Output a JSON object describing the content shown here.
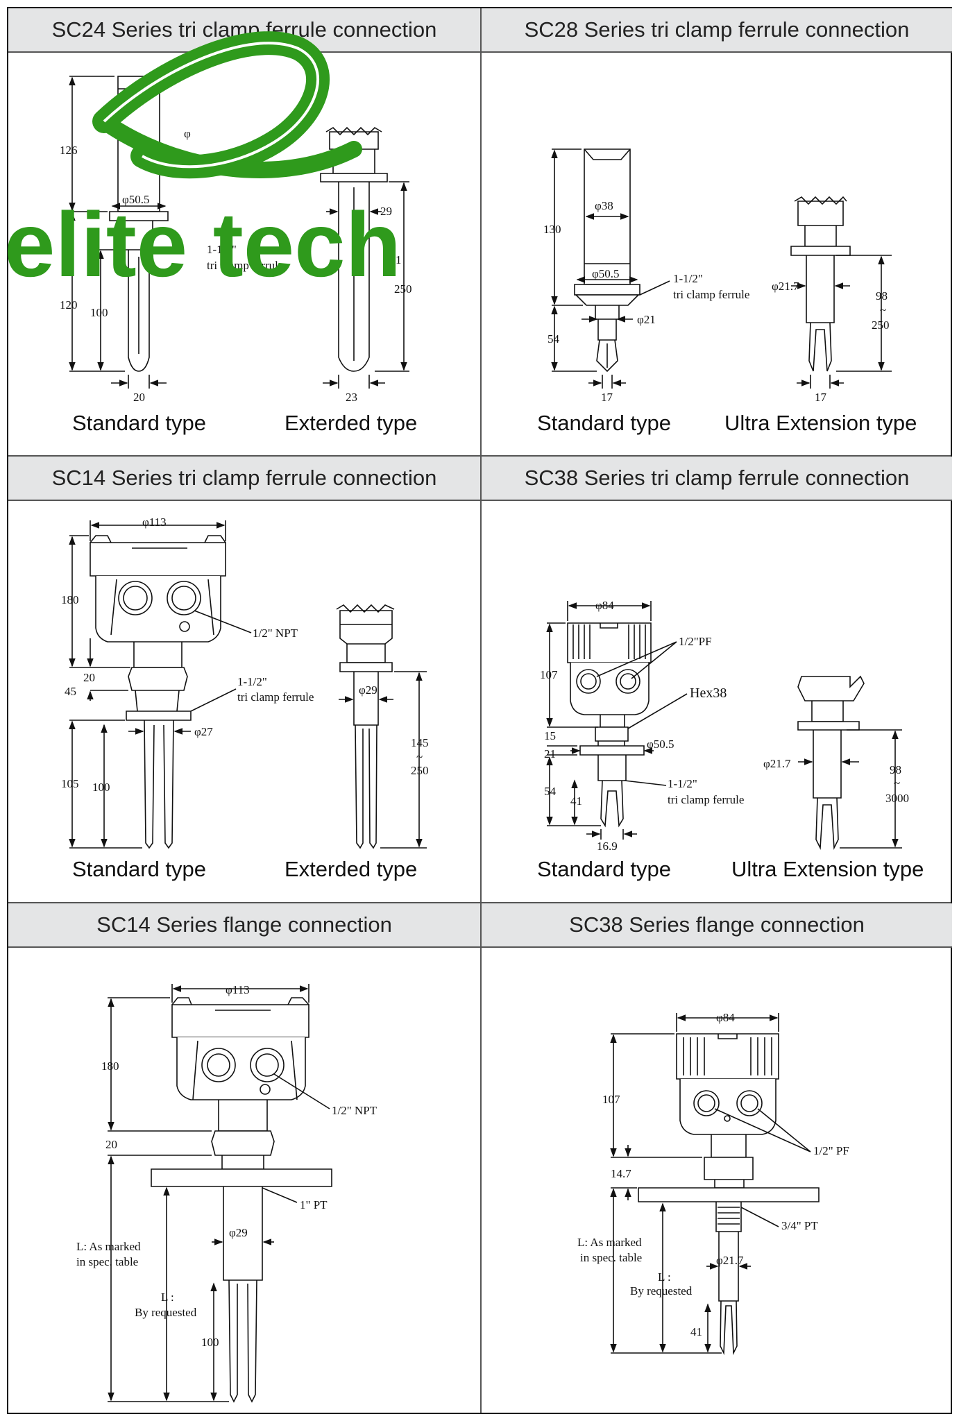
{
  "panels": [
    {
      "title": "SC24 Series tri clamp ferrule connection",
      "captions": [
        "Standard type",
        "Exterded type"
      ]
    },
    {
      "title": "SC28 Series tri clamp ferrule connection",
      "captions": [
        "Standard type",
        "Ultra Extension type"
      ]
    },
    {
      "title": "SC14 Series tri clamp ferrule connection",
      "captions": [
        "Standard type",
        "Exterded type"
      ]
    },
    {
      "title": "SC38 Series tri clamp ferrule connection",
      "captions": [
        "Standard type",
        "Ultra Extension type"
      ]
    },
    {
      "title": "SC14 Series flange connection",
      "captions": []
    },
    {
      "title": "SC38 Series flange connection",
      "captions": []
    }
  ],
  "logo": {
    "text": "elite tech",
    "color": "#2f9a1c"
  },
  "dims": {
    "sc24": {
      "h_top": "126",
      "h_bottom": "120",
      "h_fork": "100",
      "width": "20",
      "dia": "φ50.5",
      "dia_top": "φ",
      "ferrule_1": "1-1/2\"",
      "ferrule_2": "tri clamp ferrule",
      "ext_len": "250",
      "ext_29": "29",
      "ext_1": "1",
      "ext_w": "23"
    },
    "sc28": {
      "h_top": "130",
      "h_bottom": "54",
      "d38": "φ38",
      "d505": "φ50.5",
      "d21": "φ21",
      "ferrule_1": "1-1/2\"",
      "ferrule_2": "tri clamp ferrule",
      "w17": "17",
      "d217": "φ21.7",
      "len_a": "98",
      "len_tilde": "~",
      "len_b": "250",
      "w17b": "17"
    },
    "sc14": {
      "d113": "φ113",
      "h180": "180",
      "h20": "20",
      "h45": "45",
      "h105": "105",
      "h100": "100",
      "npt": "1/2\" NPT",
      "ferrule_1": "1-1/2\"",
      "ferrule_2": "tri clamp ferrule",
      "d27": "φ27",
      "d29": "φ29",
      "len_a": "145",
      "len_tilde": "~",
      "len_b": "250"
    },
    "sc38": {
      "d84": "φ84",
      "h107": "107",
      "h15": "15",
      "h21": "21",
      "h54": "54",
      "h41": "41",
      "pf": "1/2\"PF",
      "hex": "Hex38",
      "d505": "φ50.5",
      "ferrule_1": "1-1/2\"",
      "ferrule_2": "tri clamp ferrule",
      "w169": "16.9",
      "d217": "φ21.7",
      "len_a": "98",
      "len_tilde": "~",
      "len_b": "3000"
    },
    "sc14f": {
      "d113": "φ113",
      "h180": "180",
      "h20": "20",
      "npt": "1/2\"  NPT",
      "pt": "1\" PT",
      "d29": "φ29",
      "l_marked_1": "L: As marked",
      "l_marked_2": "in spec. table",
      "l_req_1": "L :",
      "l_req_2": "By requested",
      "h100": "100"
    },
    "sc38f": {
      "d84": "φ84",
      "h107": "107",
      "h147": "14.7",
      "pf": "1/2\" PF",
      "pt": "3/4\" PT",
      "d217": "φ21.7",
      "l_marked_1": "L: As marked",
      "l_marked_2": "in spec. table",
      "l_req_1": "L :",
      "l_req_2": "By requested",
      "h41": "41"
    }
  }
}
